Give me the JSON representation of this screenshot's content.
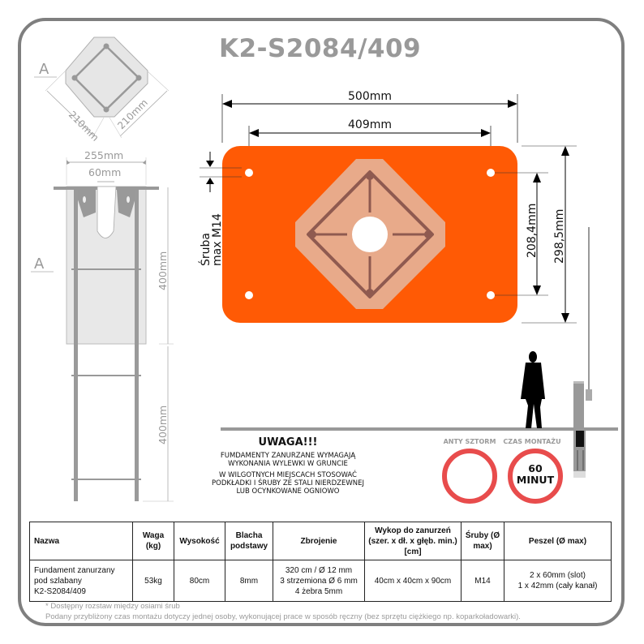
{
  "title": "K2-S2084/409",
  "top_view": {
    "section_marker": "A",
    "dim_left": "210mm",
    "dim_right": "210mm"
  },
  "side_view": {
    "section_marker": "A",
    "dim_width": "255mm",
    "dim_slot": "60mm",
    "dim_upper_height": "400mm",
    "dim_lower_height": "400mm"
  },
  "plate_view": {
    "dim_total_width": "500mm",
    "dim_hole_spacing_x": "409mm",
    "dim_hole_spacing_y": "208,4mm",
    "dim_total_height": "298,5mm",
    "bolt_label_line1": "Śruba",
    "bolt_label_line2": "max M14",
    "plate_color": "#ff5a05",
    "cage_color": "#e8aa8a",
    "rebar_color": "#8f5a50"
  },
  "warning": {
    "heading": "UWAGA!!!",
    "line1": "FUMDAMENTY ZANURZANE WYMAGAJĄ",
    "line2": "WYKONANIA WYLEWKI W GRUNCIE",
    "line3": "W WILGOTNYCH MIEJSCACH STOSOWAĆ",
    "line4": "PODKŁADKI I ŚRUBY ZE STALI NIERDZEWNEJ",
    "line5": "LUB OCYNKOWANE OGNIOWO"
  },
  "badges": {
    "storm_label": "ANTY SZTORM",
    "time_label": "CZAS MONTAŻU",
    "time_value_line1": "60",
    "time_value_line2": "MINUT",
    "ring_color": "#e84c4c"
  },
  "table": {
    "headers": [
      "Nazwa",
      "Waga (kg)",
      "Wysokość",
      "Blacha podstawy",
      "Zbrojenie",
      "Wykop do zanurzeń (szer. x dł. x głęb. min.) [cm]",
      "Śruby (Ø max)",
      "Peszel (Ø max)"
    ],
    "rows": [
      {
        "name_line1": "Fundament zanurzany",
        "name_line2": "pod szlabany",
        "name_line3": "K2-S2084/409",
        "weight": "53kg",
        "height": "80cm",
        "plate": "8mm",
        "rebar_line1": "320 cm / Ø 12 mm",
        "rebar_line2": "3 strzemiona Ø 6 mm",
        "rebar_line3": "4 żebra 5mm",
        "excavation": "40cm x 40cm x 90cm",
        "bolts": "M14",
        "conduit_line1": "2 x 60mm (slot)",
        "conduit_line2": "1 x 42mm (cały kanał)"
      }
    ]
  },
  "notes": {
    "line1": "* Dostępny rozstaw między osiami śrub",
    "line2": "Podany przybliżony czas montażu dotyczy jednej osoby, wykonującej prace w sposób ręczny (bez sprzętu ciężkiego np. koparkoładowarki)."
  }
}
